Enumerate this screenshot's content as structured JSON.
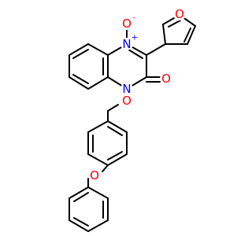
{
  "atoms": {
    "n_oxide": {
      "symbol": "N",
      "charge": "+",
      "color": "#0000ff"
    },
    "o_oxide": {
      "symbol": "O",
      "charge": "-",
      "color": "#ff0000"
    },
    "n_lactam": {
      "symbol": "N",
      "color": "#0000ff"
    },
    "o_carbonyl": {
      "symbol": "O",
      "color": "#ff0000"
    },
    "o_furan": {
      "symbol": "O",
      "color": "#ff0000"
    },
    "o_noxy": {
      "symbol": "O",
      "color": "#ff0000"
    },
    "o_ether": {
      "symbol": "O",
      "color": "#ff0000"
    }
  }
}
